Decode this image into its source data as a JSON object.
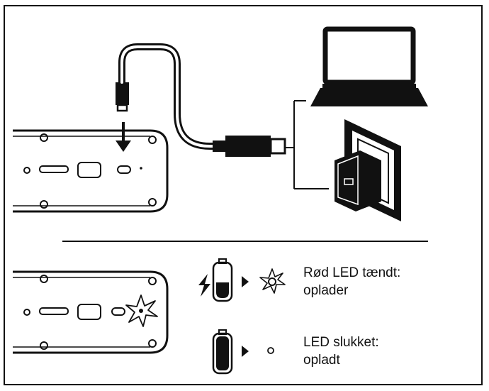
{
  "status_rows": [
    {
      "line1": "Rød LED tændt:",
      "line2": "oplader"
    },
    {
      "line1": "LED slukket:",
      "line2": "opladt"
    }
  ],
  "icons": {
    "laptop": "laptop-icon",
    "wall_charger": "wall-charger-icon",
    "usb_cable": "usb-cable-icon",
    "arrow": "down-arrow-icon",
    "bolt": "lightning-bolt-icon",
    "battery_charging": "battery-charging-icon",
    "battery_full": "battery-full-icon",
    "led_on": "led-on-icon",
    "led_off": "led-off-icon"
  },
  "colors": {
    "ink": "#111111",
    "background": "#ffffff"
  }
}
